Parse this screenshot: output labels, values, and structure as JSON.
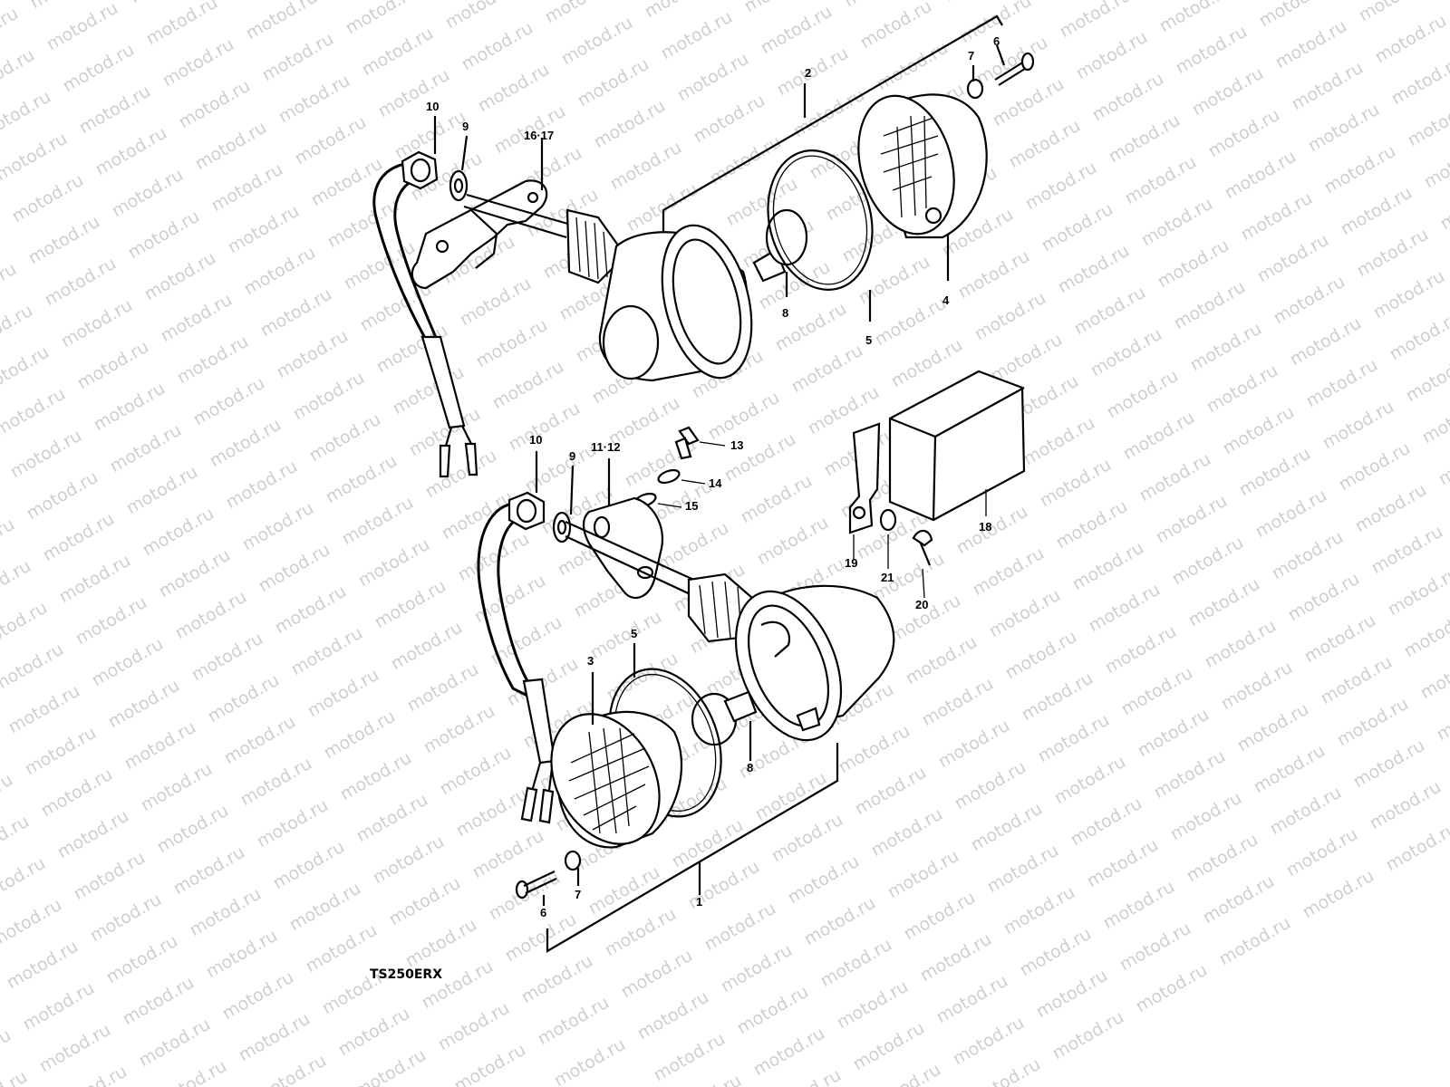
{
  "watermark": "motod.ru",
  "model_code": "TS250ERX",
  "callouts": [
    {
      "id": "lbl-2",
      "text": "2"
    },
    {
      "id": "lbl-6-top",
      "text": "6"
    },
    {
      "id": "lbl-7-top",
      "text": "7"
    },
    {
      "id": "lbl-10-top",
      "text": "10"
    },
    {
      "id": "lbl-9-top",
      "text": "9"
    },
    {
      "id": "lbl-16-17",
      "text": "16·17"
    },
    {
      "id": "lbl-8-top",
      "text": "8"
    },
    {
      "id": "lbl-5-top",
      "text": "5"
    },
    {
      "id": "lbl-4",
      "text": "4"
    },
    {
      "id": "lbl-13",
      "text": "13"
    },
    {
      "id": "lbl-14",
      "text": "14"
    },
    {
      "id": "lbl-15",
      "text": "15"
    },
    {
      "id": "lbl-10-bot",
      "text": "10"
    },
    {
      "id": "lbl-9-bot",
      "text": "9"
    },
    {
      "id": "lbl-11-12",
      "text": "11·12"
    },
    {
      "id": "lbl-18",
      "text": "18"
    },
    {
      "id": "lbl-19",
      "text": "19"
    },
    {
      "id": "lbl-21",
      "text": "21"
    },
    {
      "id": "lbl-20",
      "text": "20"
    },
    {
      "id": "lbl-3",
      "text": "3"
    },
    {
      "id": "lbl-5-bot",
      "text": "5"
    },
    {
      "id": "lbl-8-bot",
      "text": "8"
    },
    {
      "id": "lbl-7-bot",
      "text": "7"
    },
    {
      "id": "lbl-6-bot",
      "text": "6"
    },
    {
      "id": "lbl-1",
      "text": "1"
    }
  ],
  "parts": [
    {
      "name": "front-turn-signal-assembly",
      "callout": "2"
    },
    {
      "name": "rear-turn-signal-assembly",
      "callout": "1"
    },
    {
      "name": "turn-signal-lens",
      "callout": "3"
    },
    {
      "name": "turn-signal-lens",
      "callout": "4"
    },
    {
      "name": "lens-gasket",
      "callout": "5"
    },
    {
      "name": "lens-screw",
      "callout": "6"
    },
    {
      "name": "screw-washer",
      "callout": "7"
    },
    {
      "name": "bulb",
      "callout": "8"
    },
    {
      "name": "washer",
      "callout": "9"
    },
    {
      "name": "nut",
      "callout": "10"
    },
    {
      "name": "rear-bracket",
      "callout": "11·12"
    },
    {
      "name": "bolt",
      "callout": "13"
    },
    {
      "name": "lock-washer",
      "callout": "14"
    },
    {
      "name": "washer",
      "callout": "15"
    },
    {
      "name": "front-bracket",
      "callout": "16·17"
    },
    {
      "name": "flasher-relay",
      "callout": "18"
    },
    {
      "name": "relay-bracket",
      "callout": "19"
    },
    {
      "name": "relay-screw",
      "callout": "20"
    },
    {
      "name": "relay-washer",
      "callout": "21"
    }
  ]
}
